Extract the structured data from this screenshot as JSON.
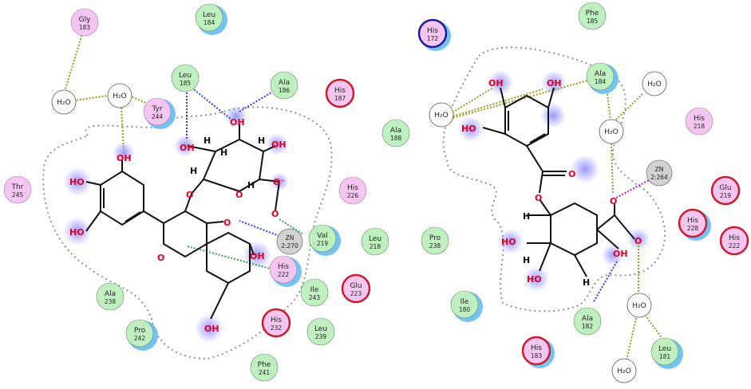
{
  "colors": {
    "hydrophobic": "#bff0bf",
    "polar": "#f4c6f1",
    "charged_ring": "#cc1c2c",
    "his_ring": "#1a1a9a",
    "exposure_halo": "#5bb9f2",
    "water": "#ffffff",
    "zinc": "#d2d2d2",
    "hbond": "#3333ff",
    "backbone_contact": "#9a9a1a",
    "pi_contact": "#22aa44",
    "metal_contact": "#aa22cc",
    "substituent_blur": "#9a9aff"
  },
  "left_panel": {
    "residues": [
      {
        "id": "gly183",
        "name": "Gly",
        "num": "183",
        "kind": "polar"
      },
      {
        "id": "leu184",
        "name": "Leu",
        "num": "184",
        "kind": "hydrophobic"
      },
      {
        "id": "leu185",
        "name": "Leu",
        "num": "185",
        "kind": "hydrophobic"
      },
      {
        "id": "ala186",
        "name": "Ala",
        "num": "186",
        "kind": "hydrophobic"
      },
      {
        "id": "his187",
        "name": "His",
        "num": "187",
        "kind": "charged"
      },
      {
        "id": "tyr244",
        "name": "Tyr",
        "num": "244",
        "kind": "polar"
      },
      {
        "id": "ala188",
        "name": "Ala",
        "num": "188",
        "kind": "hydrophobic"
      },
      {
        "id": "thr245",
        "name": "Thr",
        "num": "245",
        "kind": "polar"
      },
      {
        "id": "his226",
        "name": "His",
        "num": "226",
        "kind": "polar"
      },
      {
        "id": "val219",
        "name": "Val",
        "num": "219",
        "kind": "hydrophobic"
      },
      {
        "id": "leu218",
        "name": "Leu",
        "num": "218",
        "kind": "hydrophobic"
      },
      {
        "id": "his222",
        "name": "His",
        "num": "222",
        "kind": "polar"
      },
      {
        "id": "ile243",
        "name": "Ile",
        "num": "243",
        "kind": "hydrophobic"
      },
      {
        "id": "glu223",
        "name": "Glu",
        "num": "223",
        "kind": "charged"
      },
      {
        "id": "ala238",
        "name": "Ala",
        "num": "238",
        "kind": "hydrophobic"
      },
      {
        "id": "pro242",
        "name": "Pro",
        "num": "242",
        "kind": "hydrophobic"
      },
      {
        "id": "his232",
        "name": "His",
        "num": "232",
        "kind": "charged"
      },
      {
        "id": "leu239",
        "name": "Leu",
        "num": "239",
        "kind": "hydrophobic"
      },
      {
        "id": "phe241",
        "name": "Phe",
        "num": "241",
        "kind": "hydrophobic"
      }
    ],
    "waters": [
      {
        "id": "w1",
        "label": "H₂O"
      },
      {
        "id": "w2",
        "label": "H₂O"
      }
    ],
    "zinc": {
      "line1": "ZN",
      "line2": "2:270"
    },
    "atoms": {
      "oh": "OH",
      "ho": "HO",
      "o": "O",
      "h": "H",
      "o_minus": "O⁻"
    }
  },
  "right_panel": {
    "residues": [
      {
        "id": "his172",
        "name": "His",
        "num": "172",
        "kind": "his"
      },
      {
        "id": "phe185",
        "name": "Phe",
        "num": "185",
        "kind": "hydrophobic"
      },
      {
        "id": "ala184",
        "name": "Ala",
        "num": "184",
        "kind": "hydrophobic"
      },
      {
        "id": "his218",
        "name": "His",
        "num": "218",
        "kind": "polar"
      },
      {
        "id": "glu219",
        "name": "Glu",
        "num": "219",
        "kind": "charged"
      },
      {
        "id": "his228",
        "name": "His",
        "num": "228",
        "kind": "charged"
      },
      {
        "id": "his222r",
        "name": "His",
        "num": "222",
        "kind": "charged"
      },
      {
        "id": "pro238",
        "name": "Pro",
        "num": "238",
        "kind": "hydrophobic"
      },
      {
        "id": "ile180",
        "name": "Ile",
        "num": "180",
        "kind": "hydrophobic"
      },
      {
        "id": "ala182",
        "name": "Ala",
        "num": "182",
        "kind": "hydrophobic"
      },
      {
        "id": "his183",
        "name": "His",
        "num": "183",
        "kind": "charged"
      },
      {
        "id": "leu181",
        "name": "Leu",
        "num": "181",
        "kind": "hydrophobic"
      }
    ],
    "waters": [
      {
        "id": "rw1",
        "label": "H₂O"
      },
      {
        "id": "rw2",
        "label": "H₂O"
      },
      {
        "id": "rw3",
        "label": "H₂O"
      },
      {
        "id": "rw4",
        "label": "H₂O"
      },
      {
        "id": "rw5",
        "label": "H₂O"
      }
    ],
    "zinc": {
      "line1": "ZN",
      "line2": "2:264"
    }
  }
}
